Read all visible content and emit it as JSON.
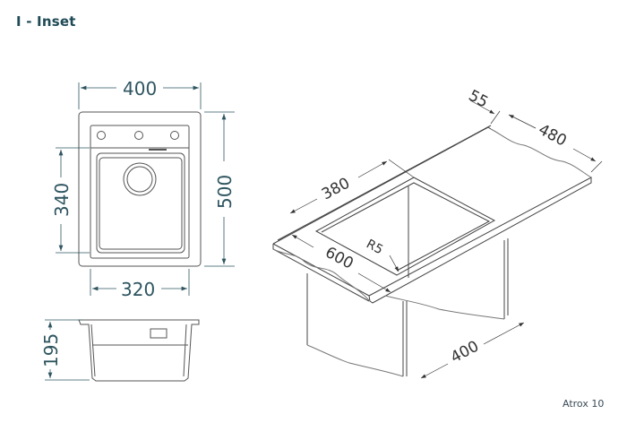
{
  "title": "I - Inset",
  "model": "Atrox 10",
  "colors": {
    "dimension_teal": "#2e5560",
    "outline": "#555555",
    "iso_dimension": "#333333"
  },
  "top_view": {
    "width_outer": "400",
    "height_outer": "500",
    "width_inner": "320",
    "height_inner": "340"
  },
  "side_view": {
    "depth": "195"
  },
  "isometric_view": {
    "edge_depth": "55",
    "cutout_length": "480",
    "cutout_width": "380",
    "worktop_depth": "600",
    "corner_radius": "R5",
    "cabinet_width": "400"
  }
}
